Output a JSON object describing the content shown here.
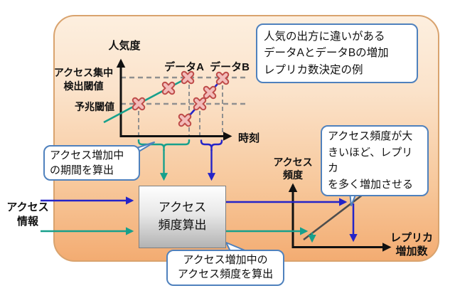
{
  "title_note": {
    "text": "人気の出方に違いがある\nデータAとデータBの増加\nレプリカ数決定の例"
  },
  "popularity_chart": {
    "y_label": "人気度",
    "x_label": "時刻",
    "upper_threshold_label": "アクセス集中\n検出閾値",
    "lower_threshold_label": "予兆閾値",
    "series_a": {
      "label": "データA",
      "color": "#17A08C",
      "marker_count": 3
    },
    "series_b": {
      "label": "データB",
      "color": "#2424C8",
      "marker_count": 4
    }
  },
  "callout_period": {
    "text": "アクセス増加中\nの期間を算出"
  },
  "input": {
    "label": "アクセス\n情報"
  },
  "process_box": {
    "label": "アクセス\n頻度算出"
  },
  "callout_freq": {
    "text": "アクセス増加中の\nアクセス頻度を算出"
  },
  "replica_chart": {
    "y_label": "アクセス\n頻度",
    "x_label": "レプリカ\n増加数"
  },
  "callout_replica": {
    "text": "アクセス頻度が大\nきいほど、レプリカ\nを多く増加させる"
  },
  "colors": {
    "panel_top": "#FDEFDF",
    "panel_bottom": "#F3AC72",
    "panel_border": "#D9A36E",
    "callout_border": "#4F81BD",
    "series_teal": "#17A08C",
    "series_blue": "#2424C8",
    "axis_black": "#111111",
    "dashed_gray": "#909090",
    "diagonal_gray": "#4D4D4D",
    "marker_fill": "#F2BCBA",
    "marker_stroke": "#BE4B48"
  }
}
